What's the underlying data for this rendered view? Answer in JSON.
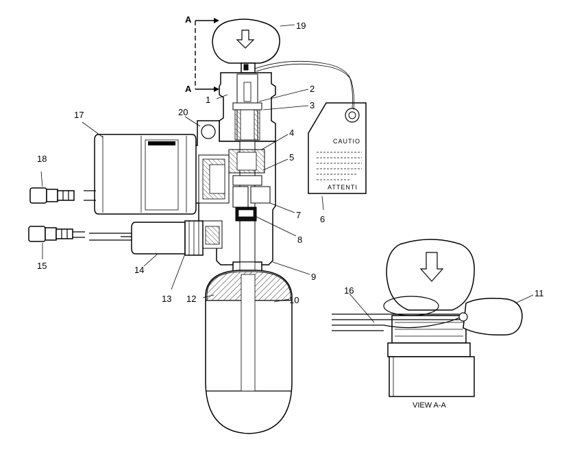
{
  "diagram": {
    "section_marker": "A",
    "view_caption": "VIEW  A-A",
    "tag": {
      "caution": "CAUTIO",
      "attention": "ATTENTI"
    },
    "callouts": [
      {
        "id": "c1",
        "label": "1"
      },
      {
        "id": "c2",
        "label": "2"
      },
      {
        "id": "c3",
        "label": "3"
      },
      {
        "id": "c4",
        "label": "4"
      },
      {
        "id": "c5",
        "label": "5"
      },
      {
        "id": "c6",
        "label": "6"
      },
      {
        "id": "c7",
        "label": "7"
      },
      {
        "id": "c8",
        "label": "8"
      },
      {
        "id": "c9",
        "label": "9"
      },
      {
        "id": "c10",
        "label": "10"
      },
      {
        "id": "c11",
        "label": "11"
      },
      {
        "id": "c12",
        "label": "12"
      },
      {
        "id": "c13",
        "label": "13"
      },
      {
        "id": "c14",
        "label": "14"
      },
      {
        "id": "c15",
        "label": "15"
      },
      {
        "id": "c16",
        "label": "16"
      },
      {
        "id": "c17",
        "label": "17"
      },
      {
        "id": "c18",
        "label": "18"
      },
      {
        "id": "c19",
        "label": "19"
      },
      {
        "id": "c20",
        "label": "20"
      }
    ]
  }
}
